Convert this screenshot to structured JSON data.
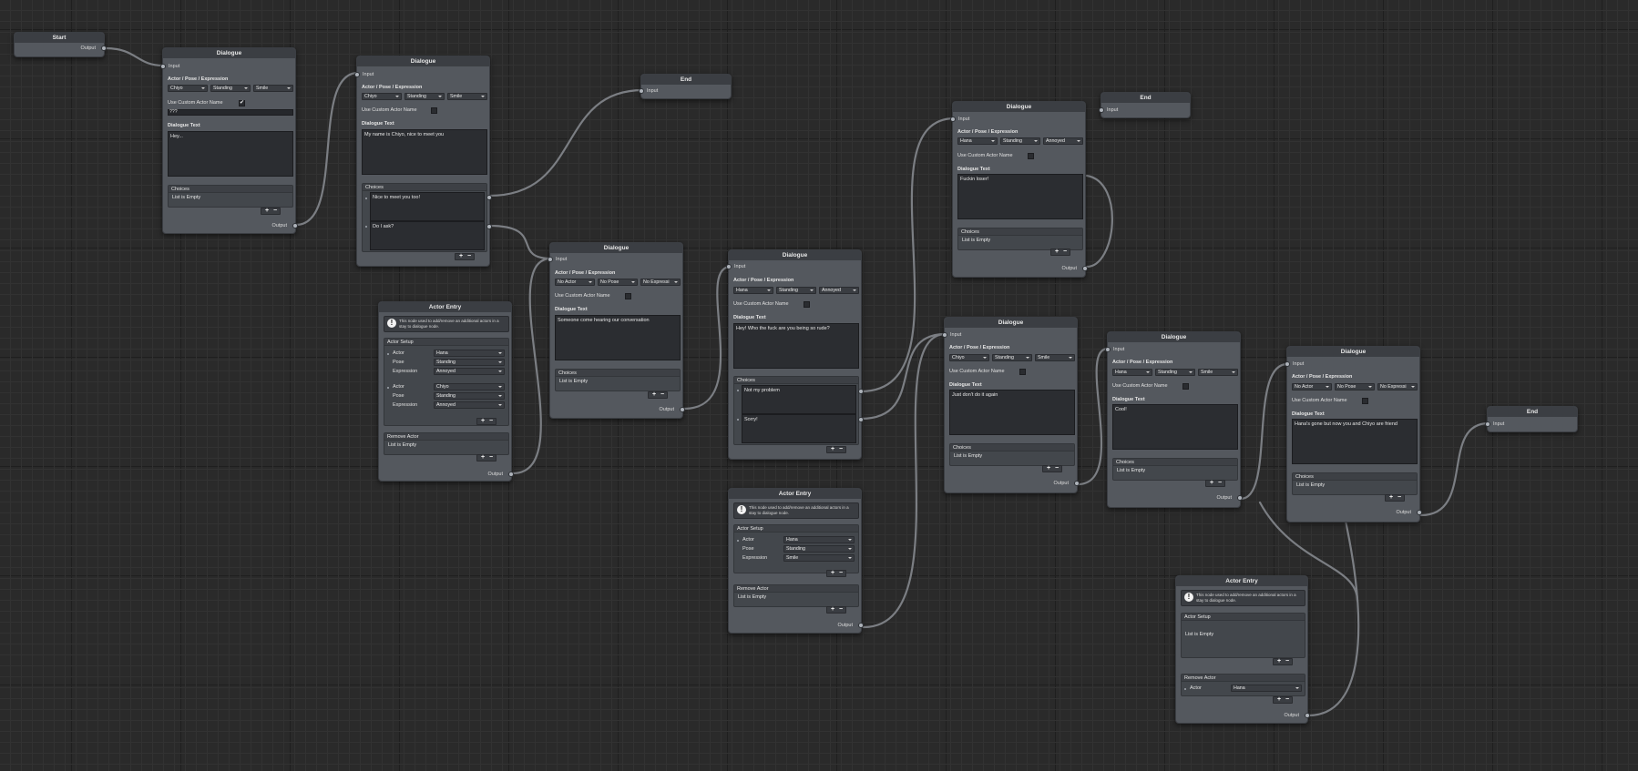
{
  "labels": {
    "input": "Input",
    "output": "Output",
    "actor_pose_expression": "Actor / Pose / Expression",
    "use_custom_actor_name": "Use Custom Actor Name",
    "dialogue_text": "Dialogue Text",
    "choices": "Choices",
    "list_is_empty": "List is Empty",
    "actor_setup": "Actor Setup",
    "remove_actor": "Remove Actor",
    "actor": "Actor",
    "pose": "Pose",
    "expression": "Expression",
    "actor_entry_note": "This node used to add/remove an additional actors in a stay to dialogue node.",
    "plus": "+",
    "minus": "−"
  },
  "nodes": {
    "start": {
      "title": "Start"
    },
    "end1": {
      "title": "End"
    },
    "end2": {
      "title": "End"
    },
    "end3": {
      "title": "End"
    },
    "d1": {
      "title": "Dialogue",
      "actor": "Chiyo",
      "pose": "Standing",
      "expression": "Smile",
      "custom_name_checked": true,
      "custom_name": "???",
      "text": "Hey..."
    },
    "d2": {
      "title": "Dialogue",
      "actor": "Chiyo",
      "pose": "Standing",
      "expression": "Smile",
      "text": "My name is Chiyo, nice to meet you",
      "choices": [
        "Nice to meet you too!",
        "Do I ask?"
      ]
    },
    "d3": {
      "title": "Dialogue",
      "actor": "No Actor",
      "pose": "No Pose",
      "expression": "No Expressi",
      "text": "Someone come hearing our conversation"
    },
    "d4": {
      "title": "Dialogue",
      "actor": "Hana",
      "pose": "Standing",
      "expression": "Annoyed",
      "text": "Hey! Who the fuck are you being so rude?",
      "choices": [
        "Not my problem",
        "Sorry!"
      ]
    },
    "d5": {
      "title": "Dialogue",
      "actor": "Hana",
      "pose": "Standing",
      "expression": "Annoyed",
      "text": "Fuckin loser!"
    },
    "d6": {
      "title": "Dialogue",
      "actor": "Chiyo",
      "pose": "Standing",
      "expression": "Smile",
      "text": "Just don't do it again"
    },
    "d7": {
      "title": "Dialogue",
      "actor": "Hana",
      "pose": "Standing",
      "expression": "Smile",
      "text": "Cool!"
    },
    "d8": {
      "title": "Dialogue",
      "actor": "No Actor",
      "pose": "No Pose",
      "expression": "No Expressi",
      "text": "Hana's gone but now you and Chiyo are friend"
    },
    "ae1": {
      "title": "Actor Entry",
      "actors": [
        {
          "actor": "Hana",
          "pose": "Standing",
          "expression": "Annoyed"
        },
        {
          "actor": "Chiyo",
          "pose": "Standing",
          "expression": "Annoyed"
        }
      ]
    },
    "ae2": {
      "title": "Actor Entry",
      "actors": [
        {
          "actor": "Hana",
          "pose": "Standing",
          "expression": "Smile"
        }
      ]
    },
    "ae3": {
      "title": "Actor Entry",
      "remove_actor": "Hana"
    }
  }
}
